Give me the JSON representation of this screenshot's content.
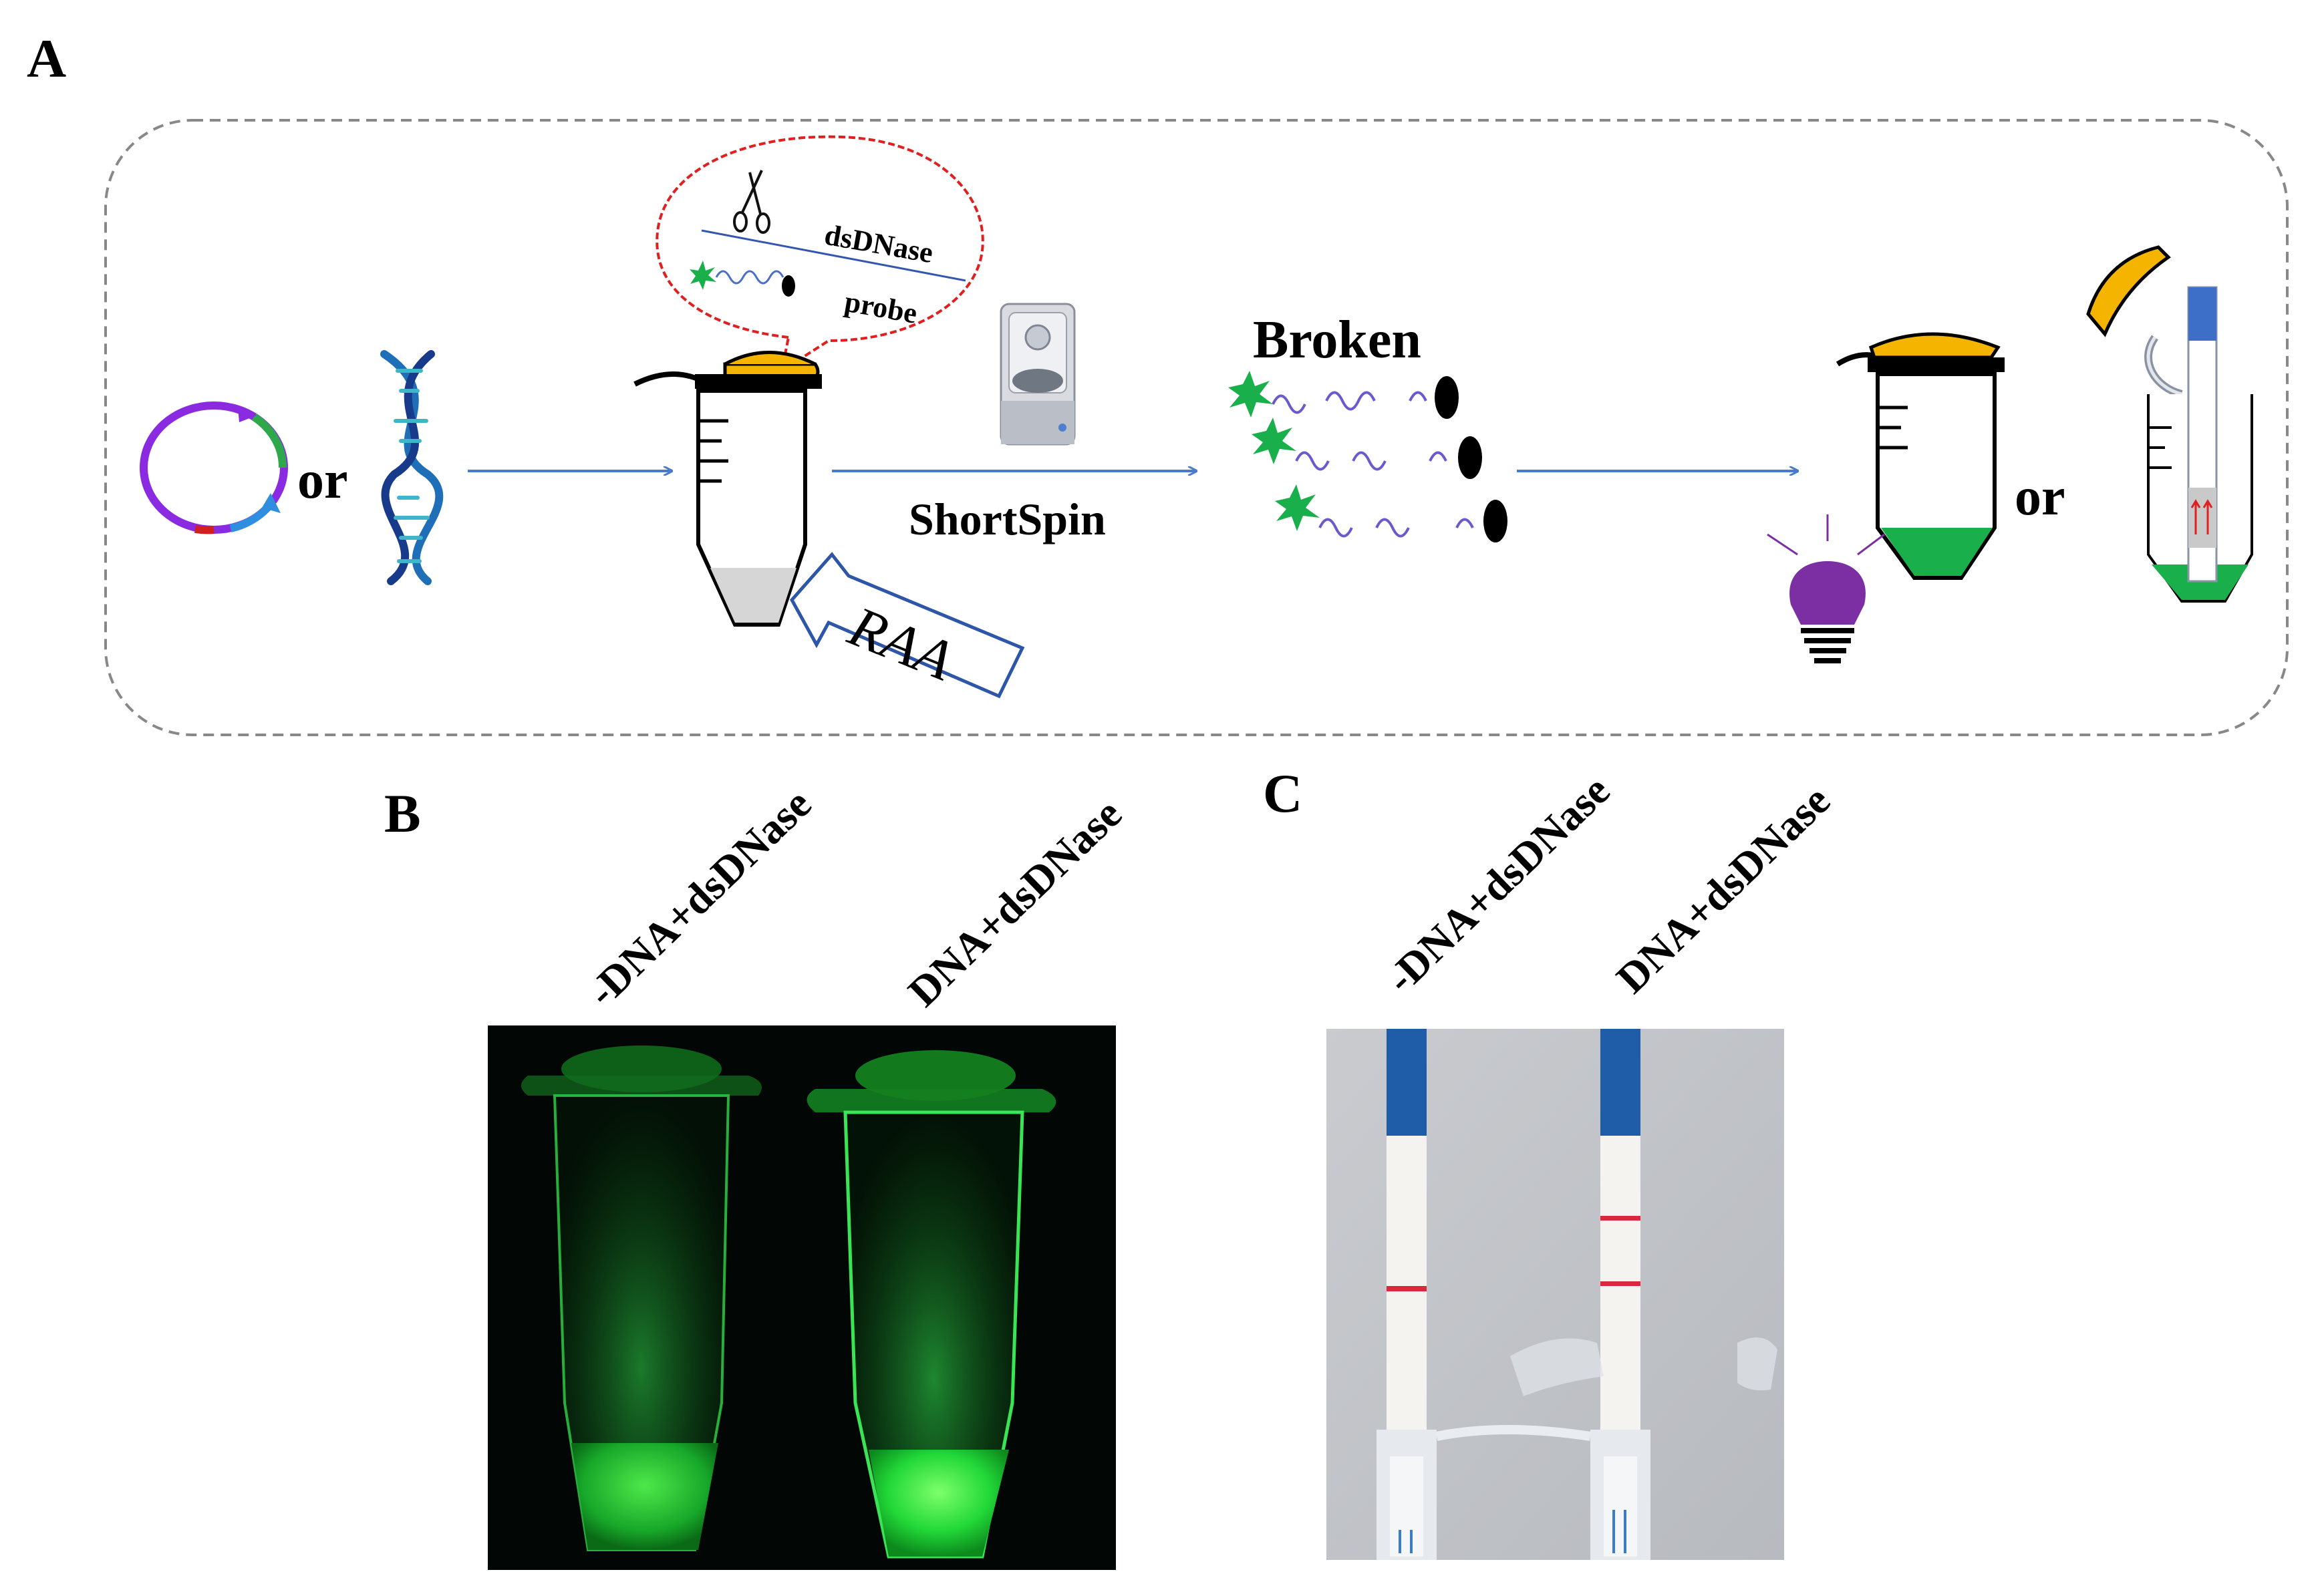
{
  "panels": {
    "a": "A",
    "b": "B",
    "c": "C"
  },
  "schematic": {
    "or_1": "or",
    "or_2": "or",
    "bubble_line1": "dsDNase",
    "bubble_line2": "probe",
    "spin_label": "ShortSpin",
    "broken_label": "Broken",
    "raa_label": "RAA"
  },
  "panel_b": {
    "lane1": "-DNA+dsDNase",
    "lane2": "DNA+dsDNase"
  },
  "panel_c": {
    "lane1": "-DNA+dsDNase",
    "lane2": "DNA+dsDNase"
  },
  "colors": {
    "cap": "#F5B400",
    "fluorescent_green": "#19B04B",
    "arrow_blue": "#4A7BC8",
    "bulb_purple": "#7B2FA3",
    "plasmid_purple": "#8A2BE2",
    "test_line_red": "#D8283C",
    "strip_blue": "#1F5DA8",
    "bubble_red": "#E02020"
  }
}
